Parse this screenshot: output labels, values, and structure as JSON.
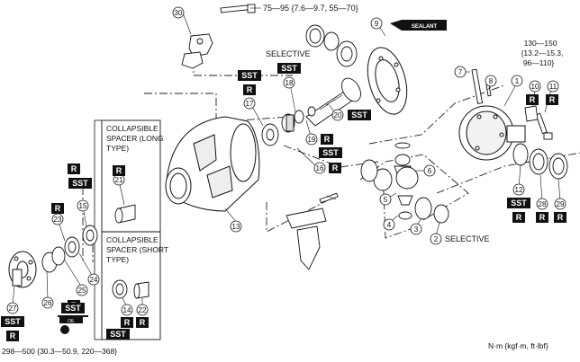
{
  "torques": {
    "top": "75—95 {7.6—9.7, 55—70}",
    "right": [
      "130—150",
      "{13.2—15.3,",
      "96—110}"
    ],
    "bottom": "298—500 {30.3—50.9, 220—368}",
    "unit": "N·m {kgf·m, ft·lbf}"
  },
  "texts": {
    "selective_top": "SELECTIVE",
    "selective_bottom": "SELECTIVE",
    "sealant": "SEALANT",
    "oil": "OIL",
    "long_spacer": [
      "COLLAPSIBLE",
      "SPACER (LONG",
      "TYPE)"
    ],
    "short_spacer": [
      "COLLAPSIBLE",
      "SPACER (SHORT",
      "TYPE)"
    ]
  },
  "tags": {
    "sst": "SST",
    "r": "R"
  },
  "callouts": [
    "1",
    "2",
    "3",
    "4",
    "5",
    "6",
    "7",
    "8",
    "9",
    "10",
    "11",
    "12",
    "13",
    "14",
    "15",
    "16",
    "17",
    "18",
    "19",
    "20",
    "21",
    "22",
    "23",
    "24",
    "25",
    "26",
    "27",
    "28",
    "29",
    "30"
  ]
}
